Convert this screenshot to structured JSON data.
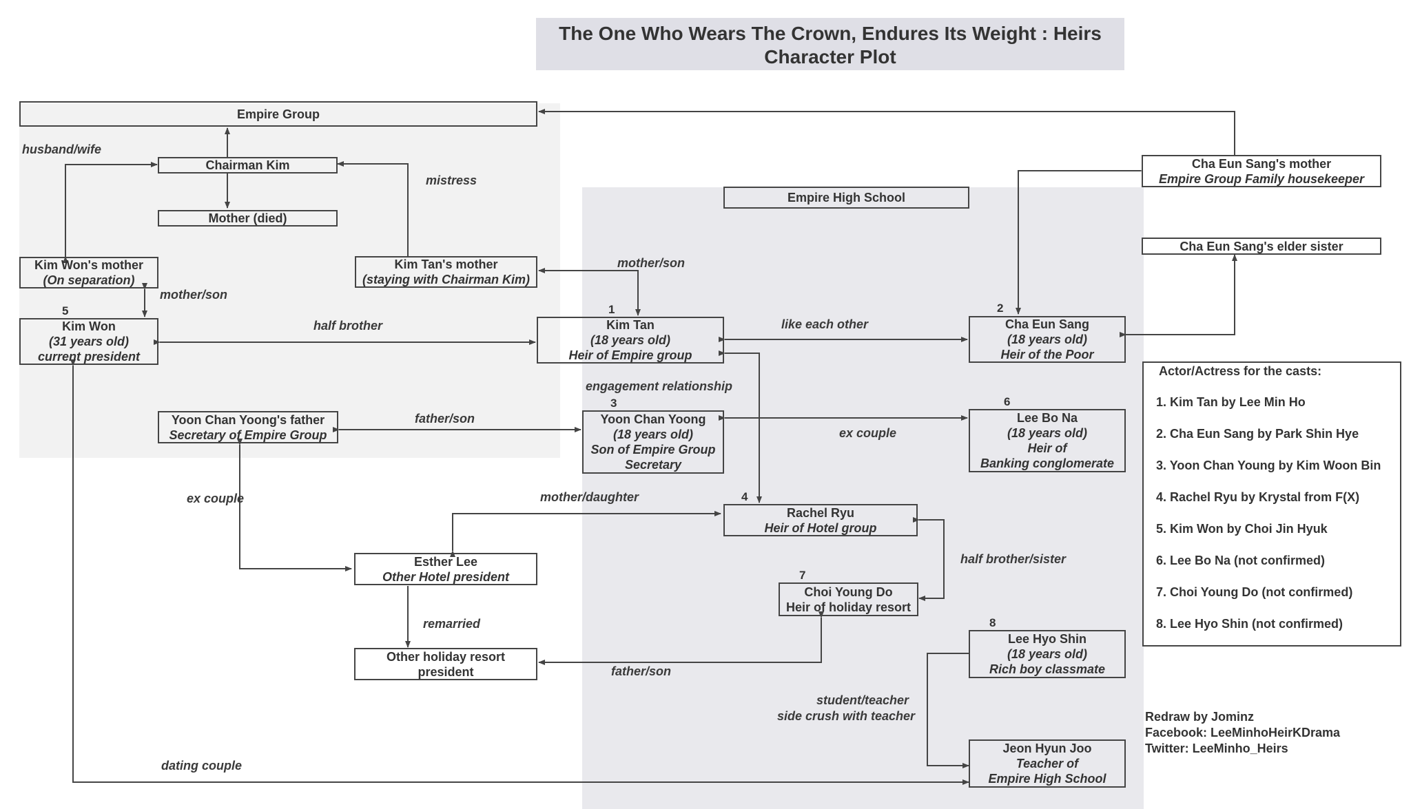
{
  "title": {
    "line1": "The One Who Wears The Crown, Endures Its Weight : Heirs",
    "line2": "Character Plot"
  },
  "nodes": {
    "empire_group": {
      "name": "Empire Group"
    },
    "chairman_kim": {
      "name": "Chairman Kim"
    },
    "mother_died": {
      "name": "Mother (died)"
    },
    "kim_won_mother": {
      "name": "Kim Won's mother",
      "sub": "(On separation)"
    },
    "kim_tan_mother": {
      "name": "Kim Tan's mother",
      "sub": "(staying with Chairman Kim)"
    },
    "kim_won": {
      "number": "5",
      "name": "Kim Won",
      "sub1": "(31 years old)",
      "sub2": "current president"
    },
    "kim_tan": {
      "number": "1",
      "name": "Kim Tan",
      "sub1": "(18 years old)",
      "sub2": "Heir of Empire group"
    },
    "empire_high_school": {
      "name": "Empire High School"
    },
    "cha_eun_sang": {
      "number": "2",
      "name": "Cha Eun Sang",
      "sub1": "(18 years old)",
      "sub2": "Heir of the Poor"
    },
    "cha_mother": {
      "name": "Cha Eun Sang's mother",
      "sub": "Empire Group Family housekeeper"
    },
    "cha_sister": {
      "name": "Cha Eun Sang's elder sister"
    },
    "yoon_father": {
      "name": "Yoon Chan Yoong's father",
      "sub": "Secretary of Empire Group"
    },
    "yoon_chan_yoong": {
      "number": "3",
      "name": "Yoon Chan Yoong",
      "sub1": "(18 years old)",
      "sub2": "Son of Empire Group",
      "sub3": "Secretary"
    },
    "lee_bo_na": {
      "number": "6",
      "name": "Lee Bo Na",
      "sub1": "(18 years old)",
      "sub2": "Heir of",
      "sub3": "Banking conglomerate"
    },
    "rachel_ryu": {
      "number": "4",
      "name": "Rachel Ryu",
      "sub": "Heir of Hotel group"
    },
    "esther_lee": {
      "name": "Esther Lee",
      "sub": "Other Hotel president"
    },
    "choi_young_do": {
      "number": "7",
      "name": "Choi Young Do",
      "sub": "Heir of holiday resort"
    },
    "resort_president": {
      "name": "Other holiday resort",
      "sub": "president"
    },
    "lee_hyo_shin": {
      "number": "8",
      "name": "Lee Hyo Shin",
      "sub1": "(18 years old)",
      "sub2": "Rich boy classmate"
    },
    "jeon_hyun_joo": {
      "name": "Jeon Hyun Joo",
      "sub1": "Teacher of",
      "sub2": "Empire High School"
    }
  },
  "relations": {
    "husband_wife": "husband/wife",
    "mistress": "mistress",
    "mother_son_won": "mother/son",
    "mother_son_tan": "mother/son",
    "half_brother": "half brother",
    "like_each_other": "like each other",
    "engagement": "engagement relationship",
    "father_son_yoon": "father/son",
    "ex_couple_yoon_bona": "ex couple",
    "ex_couple_left": "ex couple",
    "mother_daughter": "mother/daughter",
    "half_brother_sister": "half brother/sister",
    "remarried": "remarried",
    "father_son_choi": "father/son",
    "student_teacher": "student/teacher",
    "side_crush": "side crush with teacher",
    "dating_couple": "dating couple"
  },
  "cast": {
    "heading": "Actor/Actress for the casts:",
    "items": [
      "1. Kim Tan by Lee Min Ho",
      "2. Cha Eun Sang by Park Shin Hye",
      "3. Yoon Chan Young by Kim Woon Bin",
      "4. Rachel Ryu by Krystal from F(X)",
      "5. Kim Won by Choi Jin Hyuk",
      "6. Lee Bo Na (not confirmed)",
      "7. Choi Young Do (not confirmed)",
      "8. Lee Hyo Shin (not confirmed)"
    ]
  },
  "credits": {
    "redraw": "Redraw by Jominz",
    "facebook": "Facebook: LeeMinhoHeirKDrama",
    "twitter": "Twitter: LeeMinho_Heirs"
  }
}
